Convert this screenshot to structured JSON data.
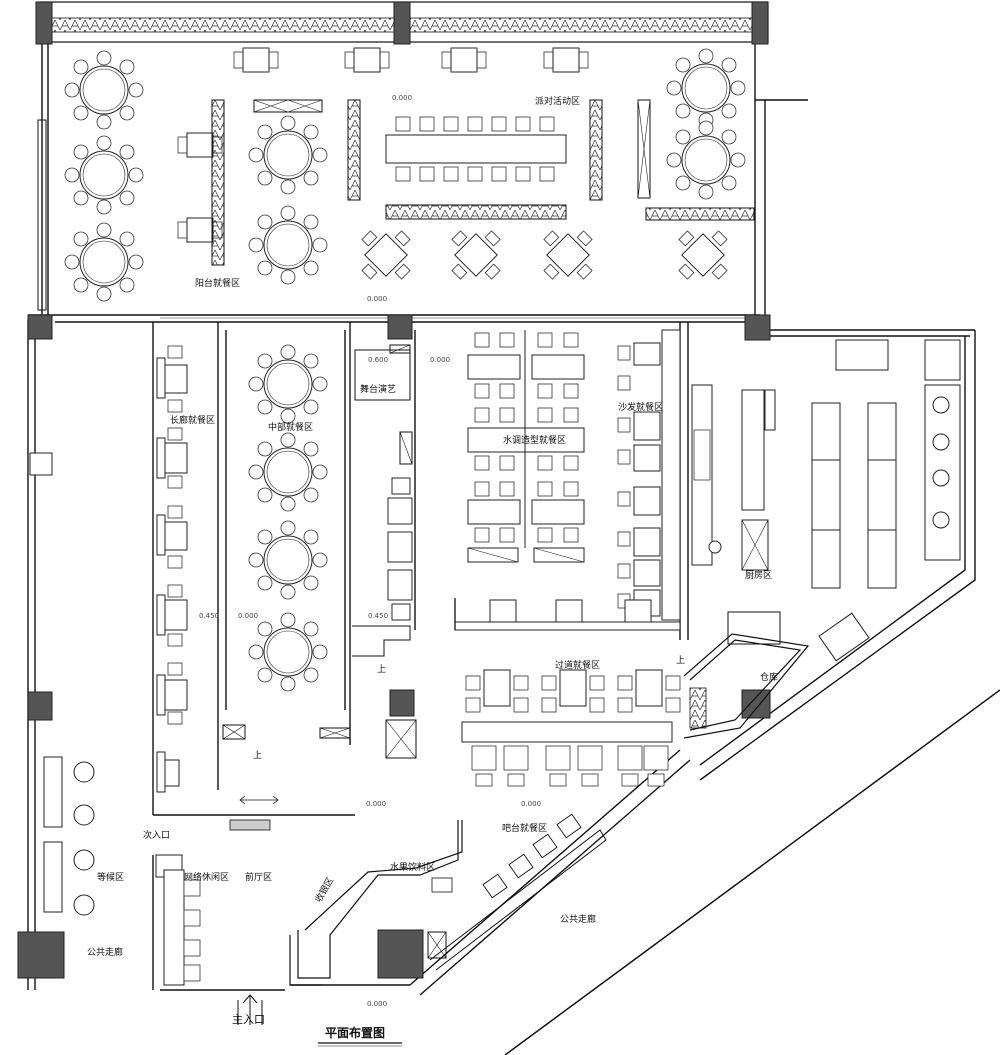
{
  "title": "平面布置图",
  "zones": {
    "party": "派对活动区",
    "balcony": "阳台就餐区",
    "stage": "舞台演艺",
    "corridor_dining": "长廊就餐区",
    "middle_dining": "中部就餐区",
    "water_dining": "水调造型就餐区",
    "sofa": "沙发就餐区",
    "kitchen": "厨房区",
    "transition": "过道就餐区",
    "warehouse": "仓库",
    "bar": "吧台就餐区",
    "fruit_drinks": "水果饮料区",
    "cashier": "收银区",
    "internet": "网络休闲区",
    "lobby": "前厅区",
    "waiting": "等候区",
    "public_corridor_left": "公共走廊",
    "public_corridor_right": "公共走廊",
    "side_entrance": "次入口",
    "main_entrance": "主入口"
  },
  "levels": {
    "l1": "0.000",
    "l2": "0.000",
    "l3": "0.600",
    "l4": "0.000",
    "l5": "0.450",
    "l6": "0.000",
    "l7": "0.450",
    "l8": "0.000",
    "l9": "0.000",
    "l10": "0.000"
  },
  "marks": {
    "up1": "上",
    "up2": "上",
    "up3": "上"
  }
}
